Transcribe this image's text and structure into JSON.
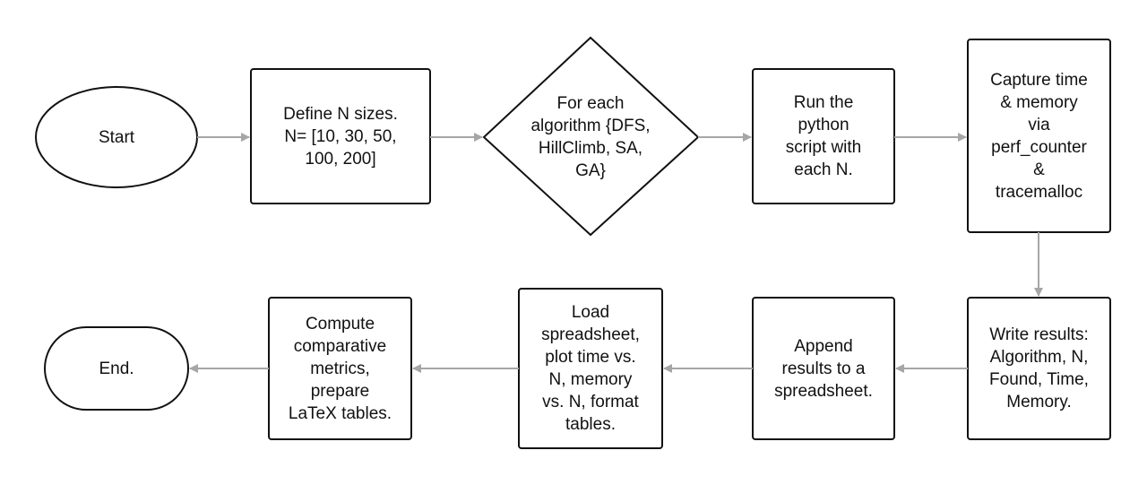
{
  "nodes": {
    "start": "Start",
    "define": "Define N sizes.\nN= [10, 30, 50,\n100, 200]",
    "loop": "For each\nalgorithm {DFS,\nHillClimb, SA,\nGA}",
    "run": "Run the\npython\nscript with\neach N.",
    "capture": "Capture time\n& memory\nvia\nperf_counter\n&\ntracemalloc",
    "write": "Write results:\nAlgorithm, N,\nFound, Time,\nMemory.",
    "append": "Append\nresults to a\nspreadsheet.",
    "load": "Load\nspreadsheet,\nplot time vs.\nN, memory\nvs. N, format\ntables.",
    "compute": "Compute\ncomparative\nmetrics,\nprepare\nLaTeX tables.",
    "end": "End."
  },
  "colors": {
    "stroke": "#111111",
    "arrow": "#a6a6a6",
    "fill": "#ffffff"
  }
}
